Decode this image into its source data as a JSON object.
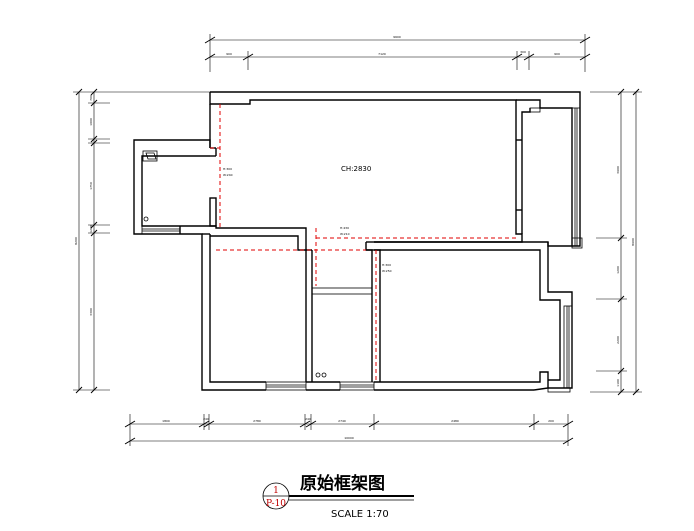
{
  "ceiling_height": "CH:2830",
  "beam_a": {
    "h": "H:300",
    "w": "W:240"
  },
  "beam_b": {
    "h": "H:430",
    "w": "W:210"
  },
  "beam_c": {
    "h": "H:300",
    "w": "W:250"
  },
  "dims": {
    "top_total": "9600",
    "top_segments": [
      "900",
      "7120",
      "300",
      "900"
    ],
    "bottom_total": "10000",
    "bottom_segments": [
      "1800",
      "240",
      "2780",
      "240",
      "2740",
      "2480",
      "200"
    ],
    "left_total": "8200",
    "left_segments": [
      "700",
      "1000",
      "1750",
      "1200",
      "3300"
    ],
    "right_total": "8600",
    "right_segments": [
      "3600",
      "1200",
      "2200",
      "1100"
    ]
  },
  "title": "原始框架图",
  "scale": "SCALE  1:70",
  "drawing_no": {
    "top": "1",
    "bottom": "P-10"
  }
}
